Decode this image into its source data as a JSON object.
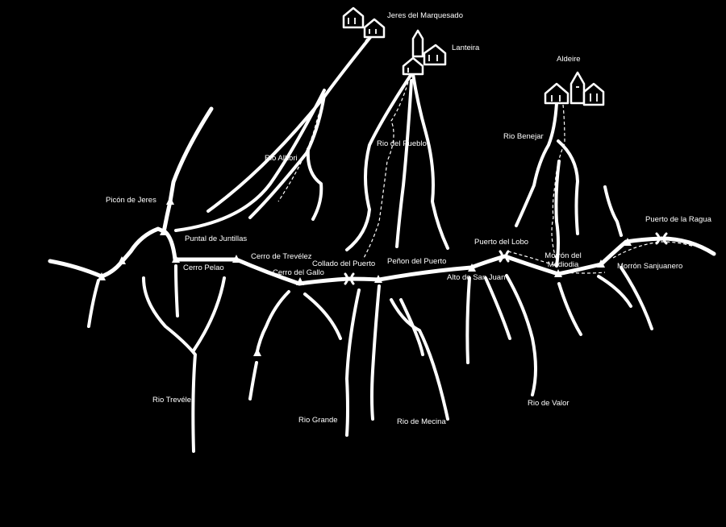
{
  "background_color": "#000000",
  "line_color": "#ffffff",
  "villages": {
    "jeres": "Jeres del Marquesado",
    "lanteira": "Lanteira",
    "aldeire": "Aldeire"
  },
  "peaks": {
    "picon_de_jeres": "Picón de Jeres",
    "puntal_de_juntillas": "Puntal de Juntillas",
    "cerro_pelao": "Cerro Pelao",
    "cerro_de_trevelez": "Cerro de Trevélez",
    "cerro_del_gallo": "Cerro del Gallo",
    "penon_del_puerto": "Peñon del Puerto",
    "alto_de_san_juan": "Alto de San Juan",
    "morron_del_mediodia": "Morrón del Mediodia",
    "morron_sanjuanero": "Morrón Sanjuanero"
  },
  "passes": {
    "collado_del_puerto": "Collado del Puerto",
    "puerto_del_lobo": "Puerto del Lobo",
    "puerto_de_la_ragua": "Puerto de la Ragua"
  },
  "rivers": {
    "rio_alhori": "Rio Alhori",
    "rio_del_pueblo": "Rio del Pueblo",
    "rio_benejar": "Rio Benejar",
    "rio_trevelez": "Rio Trevélez",
    "rio_grande": "Rio Grande",
    "rio_de_mecina": "Rio de Mecina",
    "rio_de_valor": "Rio de Valor"
  }
}
